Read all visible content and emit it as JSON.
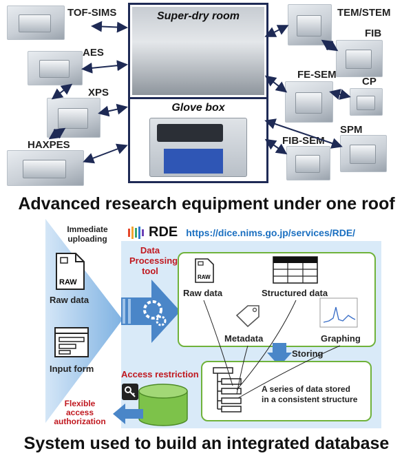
{
  "top": {
    "center_top_label": "Super-dry room",
    "center_bottom_label": "Glove box",
    "left_labels": [
      "TOF-SIMS",
      "AES",
      "XPS",
      "HAXPES"
    ],
    "right_labels": [
      "TEM/STEM",
      "FIB",
      "FE-SEM",
      "CP",
      "SPM",
      "FIB-SEM"
    ],
    "headline": "Advanced research equipment under one roof"
  },
  "bottom": {
    "rde_label": "RDE",
    "rde_url": "https://dice.nims.go.jp/services/RDE/",
    "immediate_uploading": [
      "Immediate",
      "uploading"
    ],
    "raw_data": "Raw data",
    "input_form": "Input form",
    "data_processing_tool": [
      "Data",
      "Processing",
      "tool"
    ],
    "inner_raw_data": "Raw data",
    "structured_data": "Structured data",
    "metadata": "Metadata",
    "graphing": "Graphing",
    "storing": "Storing",
    "access_restriction": "Access restriction",
    "flexible_access": [
      "Flexible",
      "access",
      "authorization"
    ],
    "series_stored": [
      "A series of data stored",
      "in a consistent structure"
    ],
    "raw_icon_text": "RAW",
    "headline": "System used to build an integrated database"
  },
  "colors": {
    "navy": "#1e2a55",
    "arrow_blue": "#4a86c8",
    "light_blue": "#d9eaf8",
    "green": "#6fb23a",
    "red": "#c0181f"
  }
}
